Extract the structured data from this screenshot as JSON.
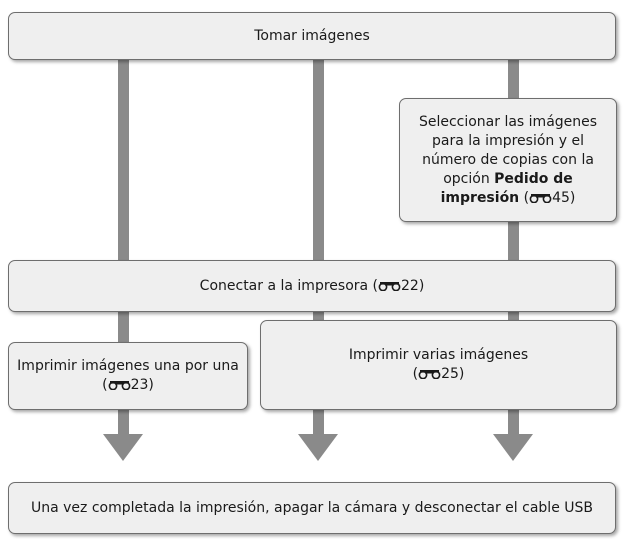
{
  "boxes": {
    "take_pictures": "Tomar imágenes",
    "select_images": {
      "text": "Seleccionar las imágenes para la impresión y el número de copias con la opción",
      "bold": "Pedido de impresión",
      "ref": "45"
    },
    "connect_printer": {
      "text": "Conectar a la impresora",
      "ref": "22"
    },
    "print_one": {
      "text": "Imprimir imágenes una por una",
      "ref": "23"
    },
    "print_multiple": {
      "text": "Imprimir varias imágenes",
      "ref": "25"
    },
    "finish": "Una vez completada la impresión, apagar la cámara y desconectar el cable USB"
  },
  "icons": {
    "reference": "binocular-reference-icon"
  },
  "colors": {
    "box_fill": "#efefef",
    "box_border": "#6e6e6e",
    "connector": "#8a8a8a"
  }
}
